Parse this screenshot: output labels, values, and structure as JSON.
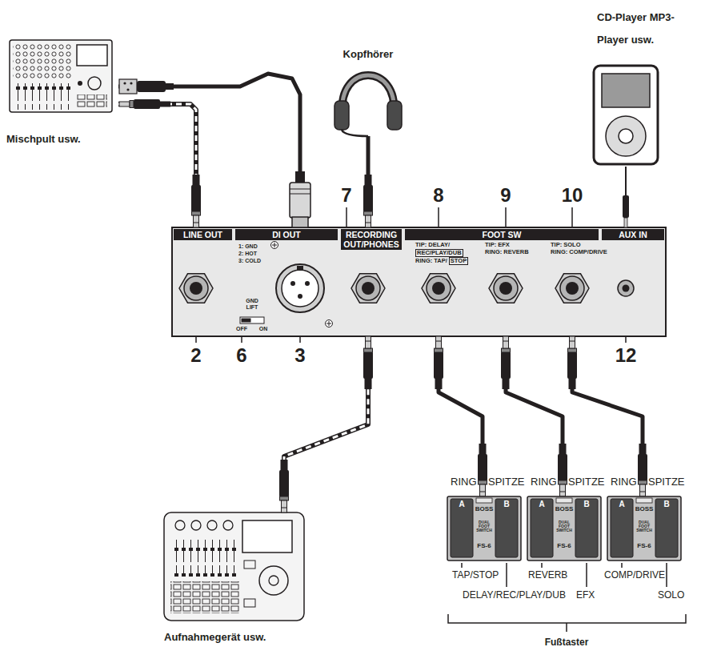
{
  "diagram": {
    "nodes": [
      {
        "text": [
          "Mischpult usw."
        ]
      },
      {
        "text": [
          "Kopfhörer"
        ]
      },
      {
        "text": [
          "CD-Player MP3-Player usw."
        ]
      },
      {
        "text": [
          "LINE OUT"
        ]
      },
      {
        "text": [
          "DI OUT"
        ]
      },
      {
        "text": [
          "RECORDING OUT/PHONES"
        ]
      },
      {
        "text": [
          "FOOT SW"
        ]
      },
      {
        "text": [
          "REC/PLAY/DUB"
        ],
        "in": 6
      },
      {
        "text": [
          "STOP"
        ],
        "in": 6
      },
      {
        "text": [
          "AUX IN"
        ]
      },
      {
        "text": [
          "Aufnahmegerät usw."
        ]
      },
      {
        "text": [
          "RING",
          "SPITZE",
          "A",
          "B",
          "BOSS",
          "DUAL FOOT SWITCH",
          "FS-6"
        ]
      },
      {
        "text": [
          "RING",
          "SPITZE",
          "A",
          "B",
          "BOSS",
          "DUAL FOOT SWITCH",
          "FS-6"
        ]
      },
      {
        "text": [
          "RING",
          "SPITZE",
          "A",
          "B",
          "BOSS",
          "DUAL FOOT SWITCH",
          "FS-6"
        ]
      }
    ],
    "edges": [
      {
        "from": 0,
        "to": 3,
        "arrow": "none"
      },
      {
        "from": 0,
        "to": 4,
        "arrow": "none"
      },
      {
        "from": 1,
        "to": 5,
        "arrow": "none"
      },
      {
        "from": 2,
        "to": 9,
        "arrow": "none"
      },
      {
        "from": 10,
        "to": 5,
        "arrow": "none"
      },
      {
        "from": 11,
        "to": 6,
        "arrow": "none"
      },
      {
        "from": 12,
        "to": 6,
        "arrow": "none"
      },
      {
        "from": 13,
        "to": 6,
        "arrow": "none"
      }
    ],
    "labels": [
      "2",
      "6",
      "3",
      "7",
      "8",
      "9",
      "10",
      "12",
      "1: GND",
      "2: HOT",
      "3: COLD",
      "GND LIFT",
      "OFF",
      "ON",
      "TIP: DELAY/",
      "RING: TAP/",
      "TIP: EFX",
      "RING: REVERB",
      "TIP: SOLO",
      "RING: COMP/DRIVE",
      "TAP/STOP",
      "DELAY/REC/PLAY/DUB",
      "REVERB",
      "EFX",
      "COMP/DRIVE",
      "SOLO",
      "Fußtaster"
    ]
  }
}
